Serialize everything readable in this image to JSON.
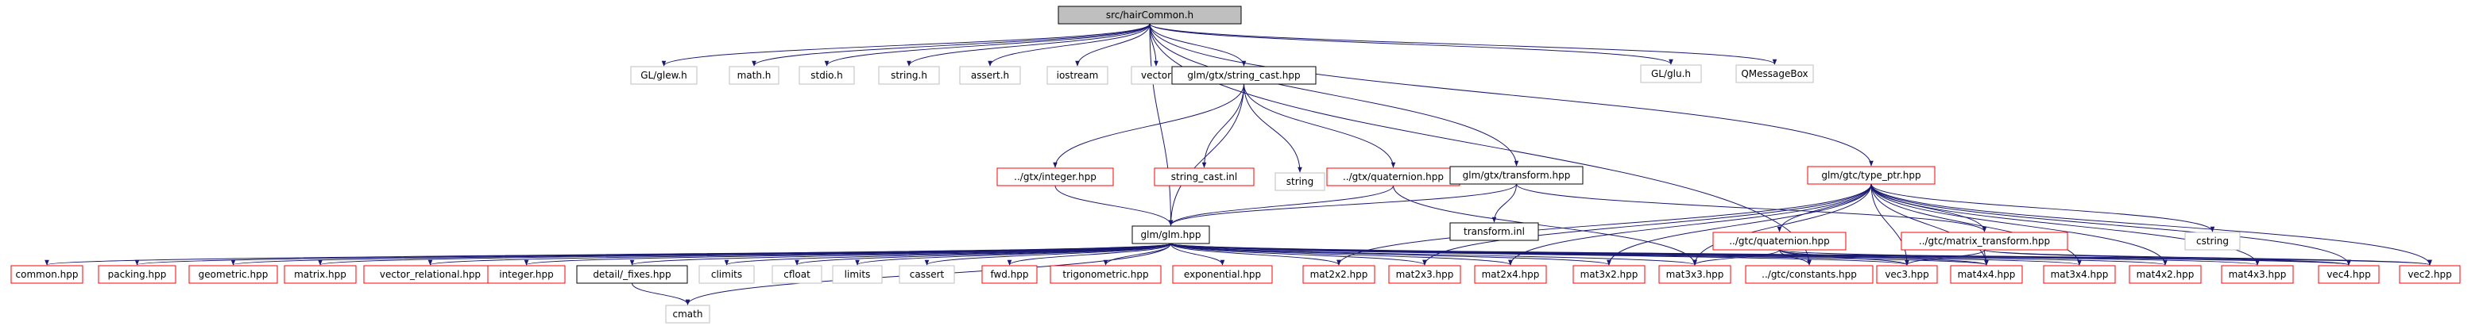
{
  "colors": {
    "edge": "#191970",
    "border_black": "#000000",
    "border_gray": "#bfbfbf",
    "border_red": "#ff0000",
    "root_fill": "#bfbfbf",
    "node_fill": "#ffffff"
  },
  "nodes": [
    {
      "id": "root",
      "label": "src/hairCommon.h",
      "style": "root"
    },
    {
      "id": "glew",
      "label": "GL/glew.h",
      "style": "gray"
    },
    {
      "id": "math",
      "label": "math.h",
      "style": "gray"
    },
    {
      "id": "stdio",
      "label": "stdio.h",
      "style": "gray"
    },
    {
      "id": "stringh",
      "label": "string.h",
      "style": "gray"
    },
    {
      "id": "asserth",
      "label": "assert.h",
      "style": "gray"
    },
    {
      "id": "iostream",
      "label": "iostream",
      "style": "gray"
    },
    {
      "id": "vector",
      "label": "vector",
      "style": "gray"
    },
    {
      "id": "strcast",
      "label": "glm/gtx/string_cast.hpp",
      "style": "black"
    },
    {
      "id": "glu",
      "label": "GL/glu.h",
      "style": "gray"
    },
    {
      "id": "qmsg",
      "label": "QMessageBox",
      "style": "gray"
    },
    {
      "id": "integer_gtx",
      "label": "../gtx/integer.hpp",
      "style": "red"
    },
    {
      "id": "strcastinl",
      "label": "string_cast.inl",
      "style": "red"
    },
    {
      "id": "string",
      "label": "string",
      "style": "gray"
    },
    {
      "id": "quat_gtx",
      "label": "../gtx/quaternion.hpp",
      "style": "red"
    },
    {
      "id": "transform",
      "label": "glm/gtx/transform.hpp",
      "style": "black"
    },
    {
      "id": "typeptr",
      "label": "glm/gtc/type_ptr.hpp",
      "style": "red"
    },
    {
      "id": "glmhpp",
      "label": "glm/glm.hpp",
      "style": "black"
    },
    {
      "id": "transforminl",
      "label": "transform.inl",
      "style": "black"
    },
    {
      "id": "quat_gtc",
      "label": "../gtc/quaternion.hpp",
      "style": "red"
    },
    {
      "id": "mtransform",
      "label": "../gtc/matrix_transform.hpp",
      "style": "red"
    },
    {
      "id": "cstring",
      "label": "cstring",
      "style": "gray"
    },
    {
      "id": "common",
      "label": "common.hpp",
      "style": "red"
    },
    {
      "id": "packing",
      "label": "packing.hpp",
      "style": "red"
    },
    {
      "id": "geometric",
      "label": "geometric.hpp",
      "style": "red"
    },
    {
      "id": "matrix",
      "label": "matrix.hpp",
      "style": "red"
    },
    {
      "id": "vecrel",
      "label": "vector_relational.hpp",
      "style": "red"
    },
    {
      "id": "integer",
      "label": "integer.hpp",
      "style": "red"
    },
    {
      "id": "fixes",
      "label": "detail/_fixes.hpp",
      "style": "black"
    },
    {
      "id": "climits",
      "label": "climits",
      "style": "gray"
    },
    {
      "id": "cfloat",
      "label": "cfloat",
      "style": "gray"
    },
    {
      "id": "limits",
      "label": "limits",
      "style": "gray"
    },
    {
      "id": "cassert",
      "label": "cassert",
      "style": "gray"
    },
    {
      "id": "fwd",
      "label": "fwd.hpp",
      "style": "red"
    },
    {
      "id": "trig",
      "label": "trigonometric.hpp",
      "style": "red"
    },
    {
      "id": "expo",
      "label": "exponential.hpp",
      "style": "red"
    },
    {
      "id": "m2x2",
      "label": "mat2x2.hpp",
      "style": "red"
    },
    {
      "id": "m2x3",
      "label": "mat2x3.hpp",
      "style": "red"
    },
    {
      "id": "m2x4",
      "label": "mat2x4.hpp",
      "style": "red"
    },
    {
      "id": "m3x2",
      "label": "mat3x2.hpp",
      "style": "red"
    },
    {
      "id": "m3x3",
      "label": "mat3x3.hpp",
      "style": "red"
    },
    {
      "id": "constants",
      "label": "../gtc/constants.hpp",
      "style": "red"
    },
    {
      "id": "vec3",
      "label": "vec3.hpp",
      "style": "red"
    },
    {
      "id": "m4x4",
      "label": "mat4x4.hpp",
      "style": "red"
    },
    {
      "id": "m3x4",
      "label": "mat3x4.hpp",
      "style": "red"
    },
    {
      "id": "m4x2",
      "label": "mat4x2.hpp",
      "style": "red"
    },
    {
      "id": "m4x3",
      "label": "mat4x3.hpp",
      "style": "red"
    },
    {
      "id": "vec4",
      "label": "vec4.hpp",
      "style": "red"
    },
    {
      "id": "vec2",
      "label": "vec2.hpp",
      "style": "red"
    },
    {
      "id": "cmath",
      "label": "cmath",
      "style": "gray"
    }
  ],
  "edges": [
    [
      "root",
      "glew"
    ],
    [
      "root",
      "math"
    ],
    [
      "root",
      "stdio"
    ],
    [
      "root",
      "stringh"
    ],
    [
      "root",
      "asserth"
    ],
    [
      "root",
      "iostream"
    ],
    [
      "root",
      "vector"
    ],
    [
      "root",
      "strcast"
    ],
    [
      "root",
      "glu"
    ],
    [
      "root",
      "qmsg"
    ],
    [
      "root",
      "transform"
    ],
    [
      "root",
      "typeptr"
    ],
    [
      "root",
      "glmhpp"
    ],
    [
      "root",
      "constants"
    ],
    [
      "strcast",
      "integer_gtx"
    ],
    [
      "strcast",
      "strcastinl"
    ],
    [
      "strcast",
      "string"
    ],
    [
      "strcast",
      "quat_gtx"
    ],
    [
      "strcast",
      "glmhpp"
    ],
    [
      "integer_gtx",
      "glmhpp"
    ],
    [
      "quat_gtx",
      "glmhpp"
    ],
    [
      "quat_gtx",
      "m3x3"
    ],
    [
      "transform",
      "glmhpp"
    ],
    [
      "transform",
      "transforminl"
    ],
    [
      "transform",
      "mtransform"
    ],
    [
      "typeptr",
      "quat_gtc"
    ],
    [
      "typeptr",
      "mtransform"
    ],
    [
      "typeptr",
      "cstring"
    ],
    [
      "typeptr",
      "vec3"
    ],
    [
      "typeptr",
      "vec4"
    ],
    [
      "typeptr",
      "vec2"
    ],
    [
      "typeptr",
      "m2x3"
    ],
    [
      "typeptr",
      "m2x4"
    ],
    [
      "typeptr",
      "m3x2"
    ],
    [
      "typeptr",
      "m3x3"
    ],
    [
      "typeptr",
      "m4x4"
    ],
    [
      "typeptr",
      "m3x4"
    ],
    [
      "typeptr",
      "m4x2"
    ],
    [
      "typeptr",
      "m4x3"
    ],
    [
      "typeptr",
      "m2x2"
    ],
    [
      "quat_gtc",
      "constants"
    ],
    [
      "quat_gtc",
      "vec3"
    ],
    [
      "quat_gtc",
      "vec4"
    ],
    [
      "quat_gtc",
      "m3x3"
    ],
    [
      "quat_gtc",
      "m4x4"
    ],
    [
      "mtransform",
      "m4x4"
    ],
    [
      "mtransform",
      "vec3"
    ],
    [
      "mtransform",
      "vec2"
    ],
    [
      "mtransform",
      "vec4"
    ],
    [
      "glmhpp",
      "common"
    ],
    [
      "glmhpp",
      "packing"
    ],
    [
      "glmhpp",
      "geometric"
    ],
    [
      "glmhpp",
      "matrix"
    ],
    [
      "glmhpp",
      "vecrel"
    ],
    [
      "glmhpp",
      "integer"
    ],
    [
      "glmhpp",
      "fixes"
    ],
    [
      "glmhpp",
      "climits"
    ],
    [
      "glmhpp",
      "cfloat"
    ],
    [
      "glmhpp",
      "limits"
    ],
    [
      "glmhpp",
      "cassert"
    ],
    [
      "glmhpp",
      "fwd"
    ],
    [
      "glmhpp",
      "trig"
    ],
    [
      "glmhpp",
      "expo"
    ],
    [
      "glmhpp",
      "m2x2"
    ],
    [
      "glmhpp",
      "m2x3"
    ],
    [
      "glmhpp",
      "m2x4"
    ],
    [
      "glmhpp",
      "m3x2"
    ],
    [
      "glmhpp",
      "m3x3"
    ],
    [
      "glmhpp",
      "vec3"
    ],
    [
      "glmhpp",
      "m4x4"
    ],
    [
      "glmhpp",
      "m3x4"
    ],
    [
      "glmhpp",
      "m4x2"
    ],
    [
      "glmhpp",
      "m4x3"
    ],
    [
      "glmhpp",
      "vec4"
    ],
    [
      "glmhpp",
      "vec2"
    ],
    [
      "glmhpp",
      "cmath"
    ],
    [
      "fixes",
      "cmath"
    ]
  ]
}
